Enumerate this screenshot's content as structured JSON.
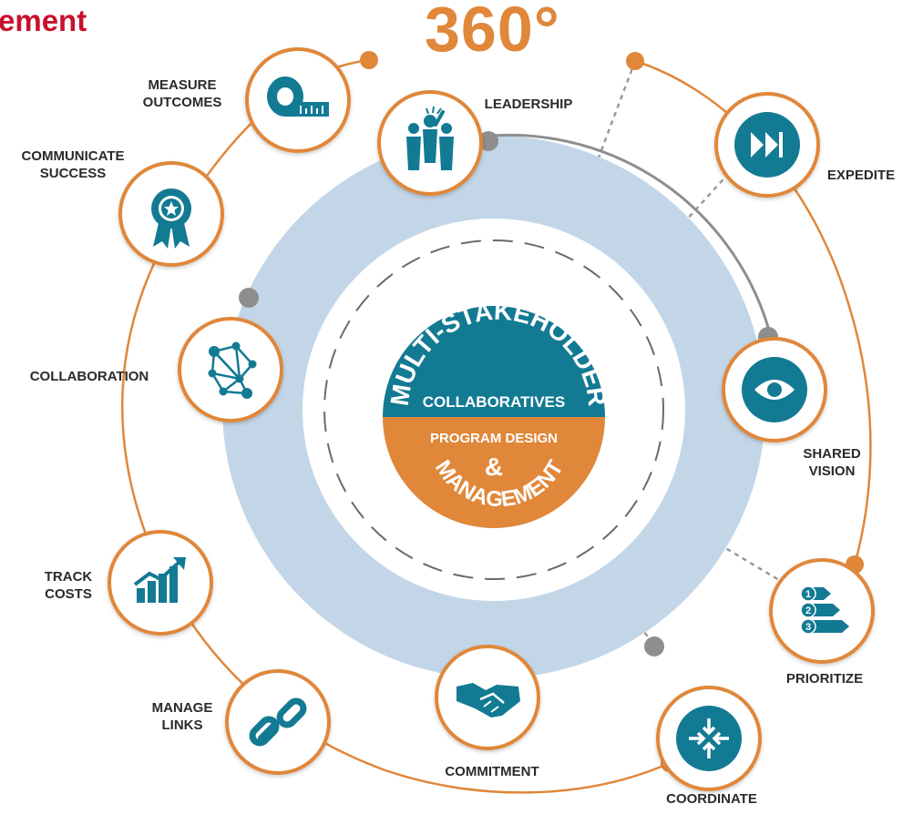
{
  "header": {
    "title_fragment": "ement",
    "badge": "360°"
  },
  "center": {
    "top_arc": "MULTI-STAKEHOLDER",
    "top_line": "COLLABORATIVES",
    "bottom_line": "PROGRAM DESIGN",
    "amp": "&",
    "bottom_arc": "MANAGEMENT"
  },
  "nodes": {
    "measure": [
      "MEASURE",
      "OUTCOMES"
    ],
    "communicate": [
      "COMMUNICATE",
      "SUCCESS"
    ],
    "collaboration": [
      "COLLABORATION"
    ],
    "track": [
      "TRACK",
      "COSTS"
    ],
    "manage": [
      "MANAGE",
      "LINKS"
    ],
    "commitment": [
      "COMMITMENT"
    ],
    "coordinate": [
      "COORDINATE"
    ],
    "prioritize": [
      "PRIORITIZE"
    ],
    "shared": [
      "SHARED",
      "VISION"
    ],
    "expedite": [
      "EXPEDITE"
    ],
    "leadership": [
      "LEADERSHIP"
    ],
    "prioritize_numbers": [
      "1",
      "2",
      "3"
    ]
  },
  "colors": {
    "orange": "#e0873a",
    "teal": "#137a93",
    "ring": "#c3d6e8",
    "gray": "#8c8c8c",
    "red": "#c8102e"
  }
}
